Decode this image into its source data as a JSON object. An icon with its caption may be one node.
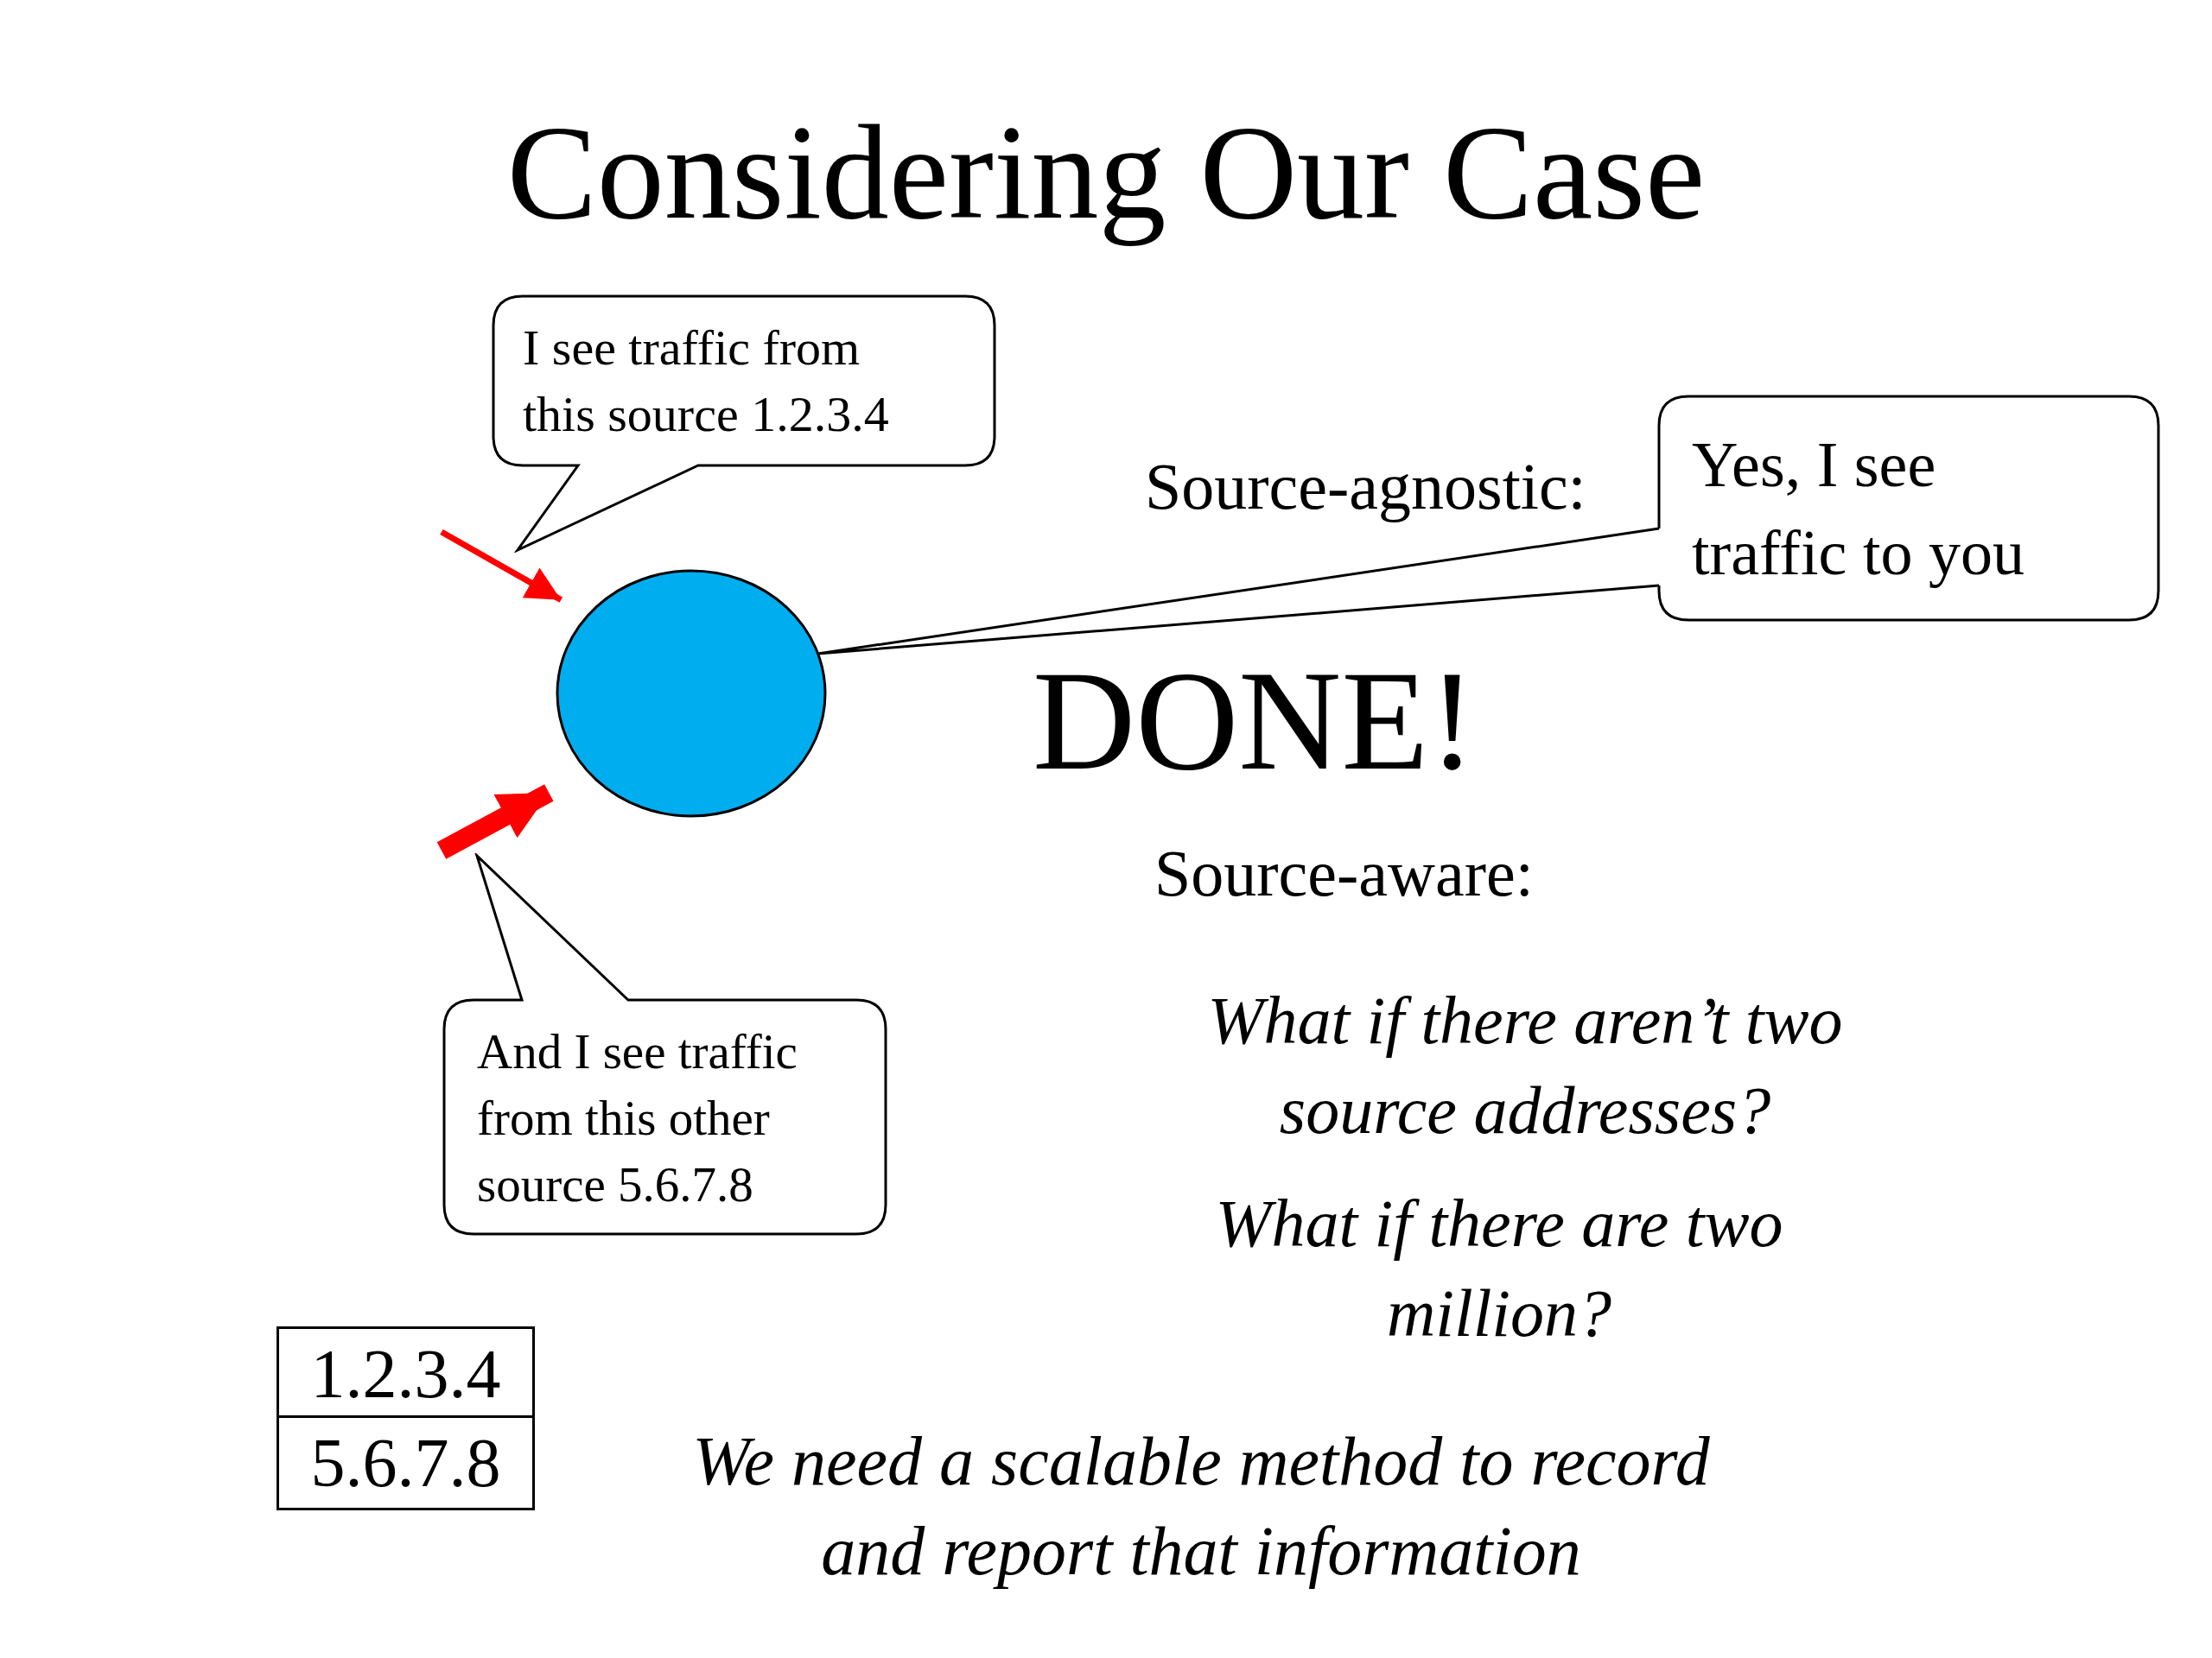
{
  "diagram": {
    "title": "Considering Our Case",
    "nodes": [
      {
        "text": [],
        "shape": "circle"
      },
      {
        "text": [
          "I see traffic from this source 1.2.3.4"
        ]
      },
      {
        "text": [
          "Yes, I see traffic to you"
        ]
      },
      {
        "text": [
          "And I see traffic from this other source 5.6.7.8"
        ]
      }
    ],
    "edges": [
      {
        "from": 2,
        "to": 0,
        "arrow": "none",
        "color": "#000000"
      },
      {
        "from": null,
        "to": 0,
        "arrow": "to",
        "color": "#ff0000"
      },
      {
        "from": null,
        "to": 0,
        "arrow": "to",
        "color": "#ff0000",
        "style": "thick"
      }
    ],
    "labels": [
      "Source-agnostic:",
      "DONE!",
      "Source-aware:",
      "What if there aren’t two source addresses?",
      "What if there are two million?",
      "1.2.3.4",
      "5.6.7.8",
      "We need a scalable method to record and report that information"
    ]
  }
}
